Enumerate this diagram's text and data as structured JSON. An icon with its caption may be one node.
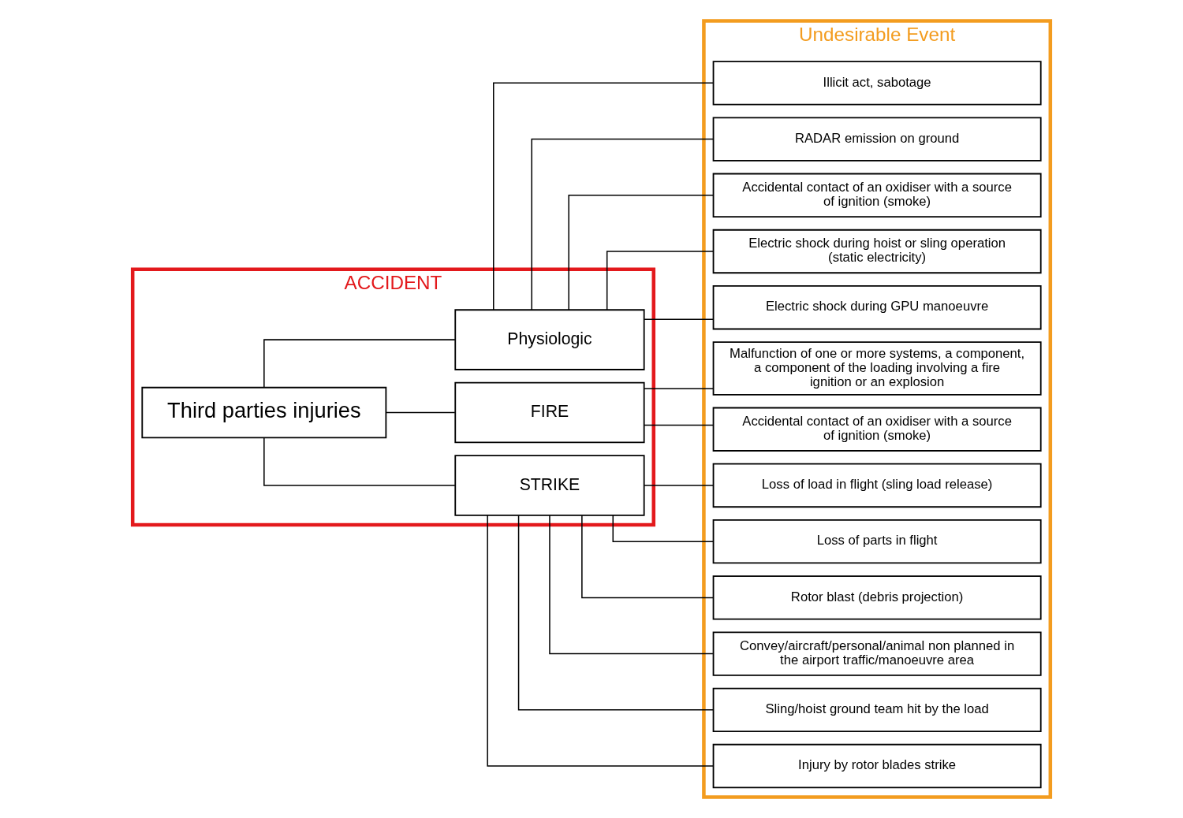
{
  "diagram": {
    "nodes": [
      {
        "text": [
          "ACCIDENT"
        ]
      },
      {
        "text": [
          "Third parties injuries"
        ],
        "in": 0
      },
      {
        "text": [
          "STRIKE"
        ],
        "in": 0
      },
      {
        "text": [
          "FIRE"
        ],
        "in": 0
      },
      {
        "text": [
          "Physiologic"
        ],
        "in": 0
      },
      {
        "text": [
          "Undesirable Event"
        ]
      },
      {
        "text": [
          "Loss of load in flight (sling load release)"
        ],
        "in": 5
      },
      {
        "text": [
          "Loss of parts in flight"
        ],
        "in": 5
      },
      {
        "text": [
          "Rotor blast (debris projection)"
        ],
        "in": 5
      },
      {
        "text": [
          "Convey/aircraft/personal/animal non planned in the airport traffic/manoeuvre area"
        ],
        "in": 5
      },
      {
        "text": [
          "Sling/hoist ground team hit by the load"
        ],
        "in": 5
      },
      {
        "text": [
          "Injury by rotor blades strike"
        ],
        "in": 5
      },
      {
        "text": [
          "Malfunction of one or more systems, a component, a component of the loading involving a fire ignition or an explosion"
        ],
        "in": 5
      },
      {
        "text": [
          "Accidental contact of an oxidiser with a source of ignition (smoke)"
        ],
        "in": 5
      },
      {
        "text": [
          "Electric shock during hoist or sling operation (static electricity)"
        ],
        "in": 5
      },
      {
        "text": [
          "Electric shock during GPU manoeuvre"
        ],
        "in": 5
      },
      {
        "text": [
          "Illicit act, sabotage"
        ],
        "in": 5
      },
      {
        "text": [
          "RADAR emission on ground"
        ],
        "in": 5
      },
      {
        "text": [
          "Accidental contact of an oxidiser with a source of ignition (smoke)"
        ],
        "in": 5
      }
    ],
    "edges": [
      {
        "from": 1,
        "to": 2,
        "arrow": "none"
      },
      {
        "from": 1,
        "to": 3,
        "arrow": "none"
      },
      {
        "from": 1,
        "to": 4,
        "arrow": "none"
      },
      {
        "from": 2,
        "to": 6,
        "arrow": "none"
      },
      {
        "from": 2,
        "to": 7,
        "arrow": "none"
      },
      {
        "from": 2,
        "to": 8,
        "arrow": "none"
      },
      {
        "from": 2,
        "to": 9,
        "arrow": "none"
      },
      {
        "from": 2,
        "to": 10,
        "arrow": "none"
      },
      {
        "from": 2,
        "to": 11,
        "arrow": "none"
      },
      {
        "from": 3,
        "to": 12,
        "arrow": "none"
      },
      {
        "from": 3,
        "to": 13,
        "arrow": "none"
      },
      {
        "from": 4,
        "to": 14,
        "arrow": "none"
      },
      {
        "from": 4,
        "to": 15,
        "arrow": "none"
      },
      {
        "from": 4,
        "to": 16,
        "arrow": "none"
      },
      {
        "from": 4,
        "to": 17,
        "arrow": "none"
      },
      {
        "from": 4,
        "to": 18,
        "arrow": "none"
      }
    ]
  }
}
